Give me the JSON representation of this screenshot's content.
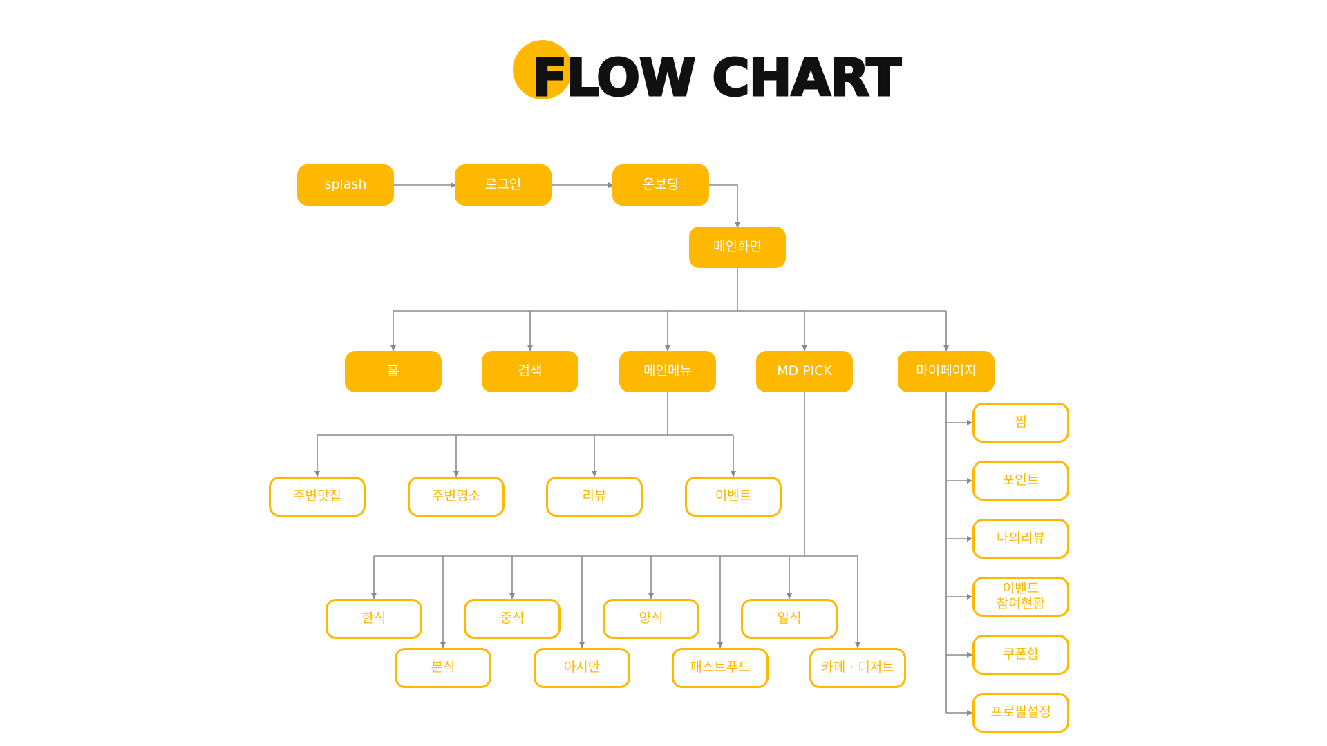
{
  "title": "FLOW CHART",
  "colors": {
    "accent": "#FFB800",
    "connector": "#8a8a8a",
    "title_text": "#111111",
    "filled_text": "#ffffff",
    "outline_text": "#FFB800"
  },
  "nodes": {
    "splash": "splash",
    "login": "로그인",
    "onboarding": "온보딩",
    "main_screen": "메인화면",
    "home": "홈",
    "search": "검색",
    "main_menu": "메인메뉴",
    "md_pick": "MD PICK",
    "mypage": "마이페이지",
    "nearby_restaurants": "주변맛집",
    "nearby_places": "주변명소",
    "review": "리뷰",
    "event": "이벤트",
    "korean": "한식",
    "snack": "분식",
    "chinese": "중식",
    "asian": "아시안",
    "western": "양식",
    "fastfood": "패스트푸드",
    "japanese": "일식",
    "cafe_dessert": "카페 · 디저트",
    "favorites": "찜",
    "points": "포인트",
    "my_reviews": "나의리뷰",
    "event_participation": "이벤트\n참여현황",
    "coupon_box": "쿠폰함",
    "profile_settings": "프로필설정"
  }
}
